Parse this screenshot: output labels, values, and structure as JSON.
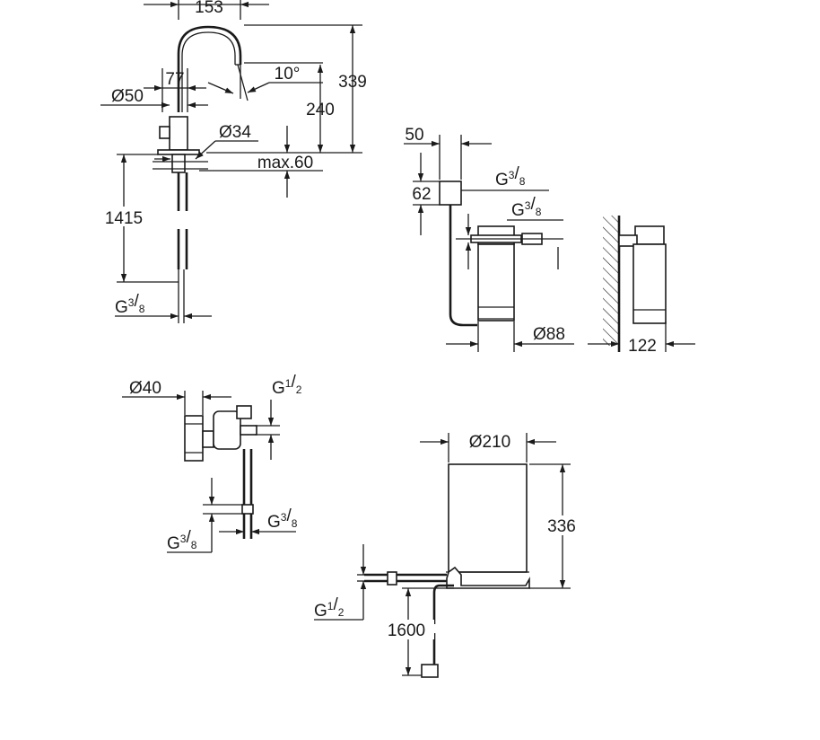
{
  "faucet": {
    "width": "153",
    "height_total": "339",
    "angle": "10°",
    "offset": "77",
    "diameter_base": "Ø50",
    "height_spout": "240",
    "hole": "Ø34",
    "deck": "max.60",
    "hose_length": "1415",
    "thread_g": "G",
    "thread_num": "3",
    "thread_den": "8"
  },
  "filter": {
    "width": "50",
    "height": "62",
    "thread_top_g": "G",
    "thread_top_num": "3",
    "thread_top_den": "8",
    "thread_mid_g": "G",
    "thread_mid_num": "3",
    "thread_mid_den": "8",
    "diameter": "Ø88",
    "wall_distance": "122"
  },
  "valve": {
    "diameter": "Ø40",
    "thread_in_g": "G",
    "thread_in_num": "1",
    "thread_in_den": "2",
    "thread_right_g": "G",
    "thread_right_num": "3",
    "thread_right_den": "8",
    "thread_left_g": "G",
    "thread_left_num": "3",
    "thread_left_den": "8"
  },
  "boiler": {
    "diameter": "Ø210",
    "height": "336",
    "thread_g": "G",
    "thread_num": "1",
    "thread_den": "2",
    "cable_length": "1600"
  }
}
